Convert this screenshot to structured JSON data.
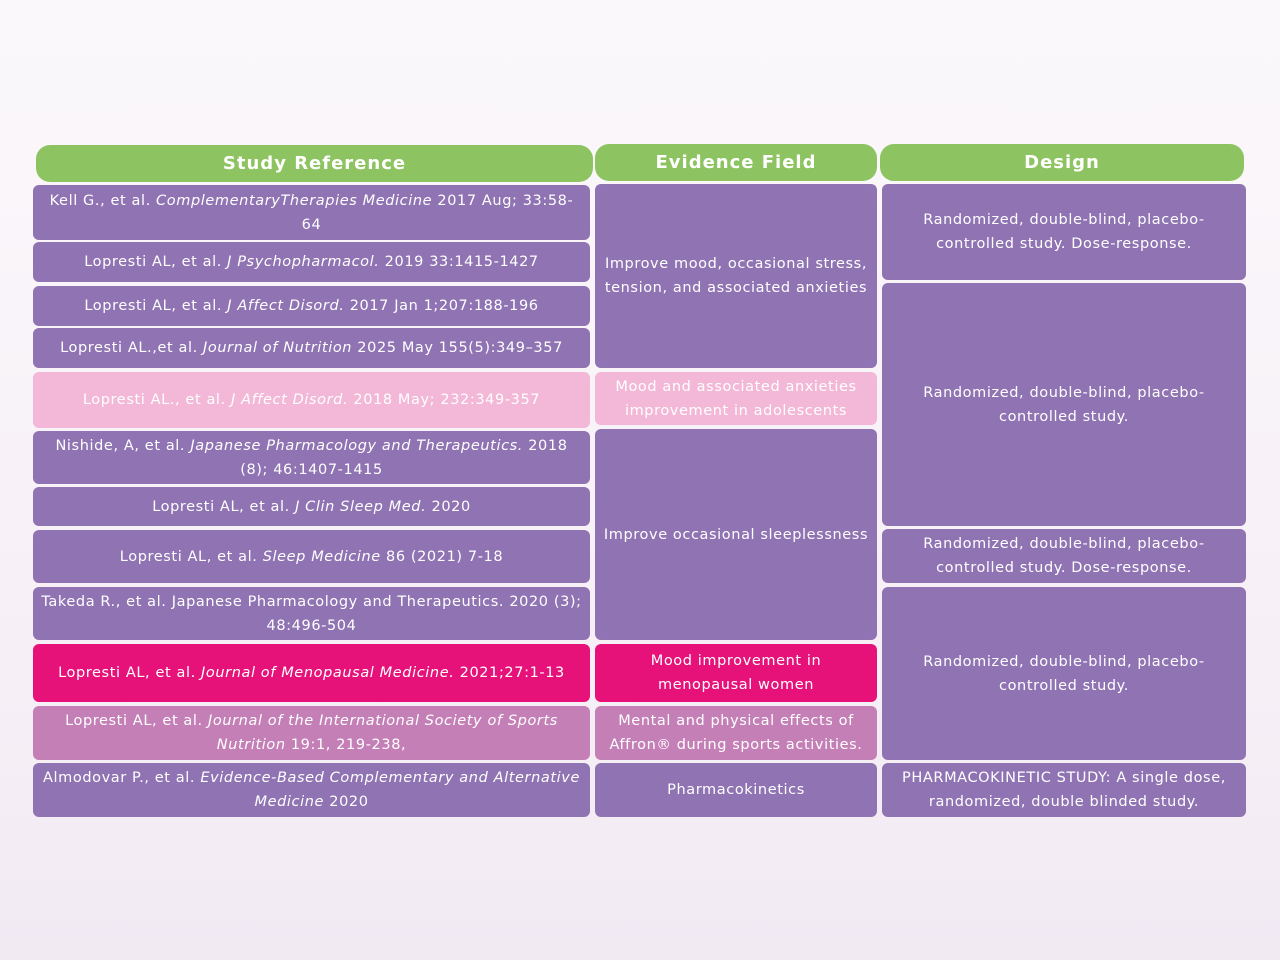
{
  "headers": {
    "study_reference": "Study Reference",
    "evidence_field": "Evidence Field",
    "design": "Design"
  },
  "references": [
    {
      "pre": "Kell G., et al. ",
      "journal": "ComplementaryTherapies Medicine",
      "post": " 2017 Aug; 33:58-64",
      "color": "purple"
    },
    {
      "pre": "Lopresti AL, et al. ",
      "journal": "J Psychopharmacol.",
      "post": " 2019 33:1415-1427",
      "color": "purple"
    },
    {
      "pre": "Lopresti AL, et al. ",
      "journal": "J Affect Disord.",
      "post": " 2017 Jan 1;207:188-196",
      "color": "purple"
    },
    {
      "pre": "Lopresti AL.,et al. ",
      "journal": "Journal of Nutrition",
      "post": " 2025 May 155(5):349–357",
      "color": "purple"
    },
    {
      "pre": "Lopresti AL., et al. ",
      "journal": "J Affect Disord.",
      "post": " 2018 May; 232:349-357",
      "color": "lpink"
    },
    {
      "pre": "Nishide, A, et al. ",
      "journal": "Japanese Pharmacology and Therapeutics.",
      "post": " 2018 (8); 46:1407-1415",
      "color": "purple"
    },
    {
      "pre": "Lopresti AL, et al. ",
      "journal": "J Clin Sleep Med.",
      "post": " 2020",
      "color": "purple"
    },
    {
      "pre": "Lopresti AL, et al. ",
      "journal": "Sleep Medicine",
      "post": " 86 (2021) 7-18",
      "color": "purple"
    },
    {
      "pre": "Takeda R., et al. Japanese Pharmacology and Therapeutics. 2020 (3); 48:496-504",
      "journal": "",
      "post": "",
      "color": "purple"
    },
    {
      "pre": "Lopresti AL, et al. ",
      "journal": "Journal of Menopausal Medicine.",
      "post": " 2021;27:1-13",
      "color": "magenta"
    },
    {
      "pre": "Lopresti AL, et al. ",
      "journal": "Journal of the International Society of Sports Nutrition",
      "post": " 19:1, 219-238,",
      "color": "mauve"
    },
    {
      "pre": "Almodovar P., et al. ",
      "journal": "Evidence-Based Complementary and Alternative Medicine",
      "post": " 2020",
      "color": "purple"
    }
  ],
  "evidence": [
    {
      "text": "Improve mood, occasional stress, tension, and associated anxieties",
      "color": "purple"
    },
    {
      "text": "Mood and associated anxieties improvement in adolescents",
      "color": "lpink"
    },
    {
      "text": "Improve occasional sleeplessness",
      "color": "purple"
    },
    {
      "text": "Mood improvement in menopausal women",
      "color": "magenta"
    },
    {
      "text": "Mental and physical effects of Affron® during sports activities.",
      "color": "mauve"
    },
    {
      "text": "Pharmacokinetics",
      "color": "purple"
    }
  ],
  "design": [
    {
      "text": "Randomized, double-blind, placebo-controlled study. Dose-response.",
      "color": "purple"
    },
    {
      "text": "Randomized, double-blind, placebo-controlled study.",
      "color": "purple"
    },
    {
      "text": "Randomized, double-blind, placebo-controlled study. Dose-response.",
      "color": "purple"
    },
    {
      "text": "Randomized, double-blind, placebo-controlled study.",
      "color": "purple"
    },
    {
      "text": "PHARMACOKINETIC STUDY: A single dose, randomized, double blinded study.",
      "color": "purple"
    }
  ],
  "colors": {
    "header_green": "#8dc461",
    "purple": "#8f73b3",
    "light_pink": "#f3b8d7",
    "magenta": "#e6127a",
    "mauve": "#c57fb7"
  }
}
